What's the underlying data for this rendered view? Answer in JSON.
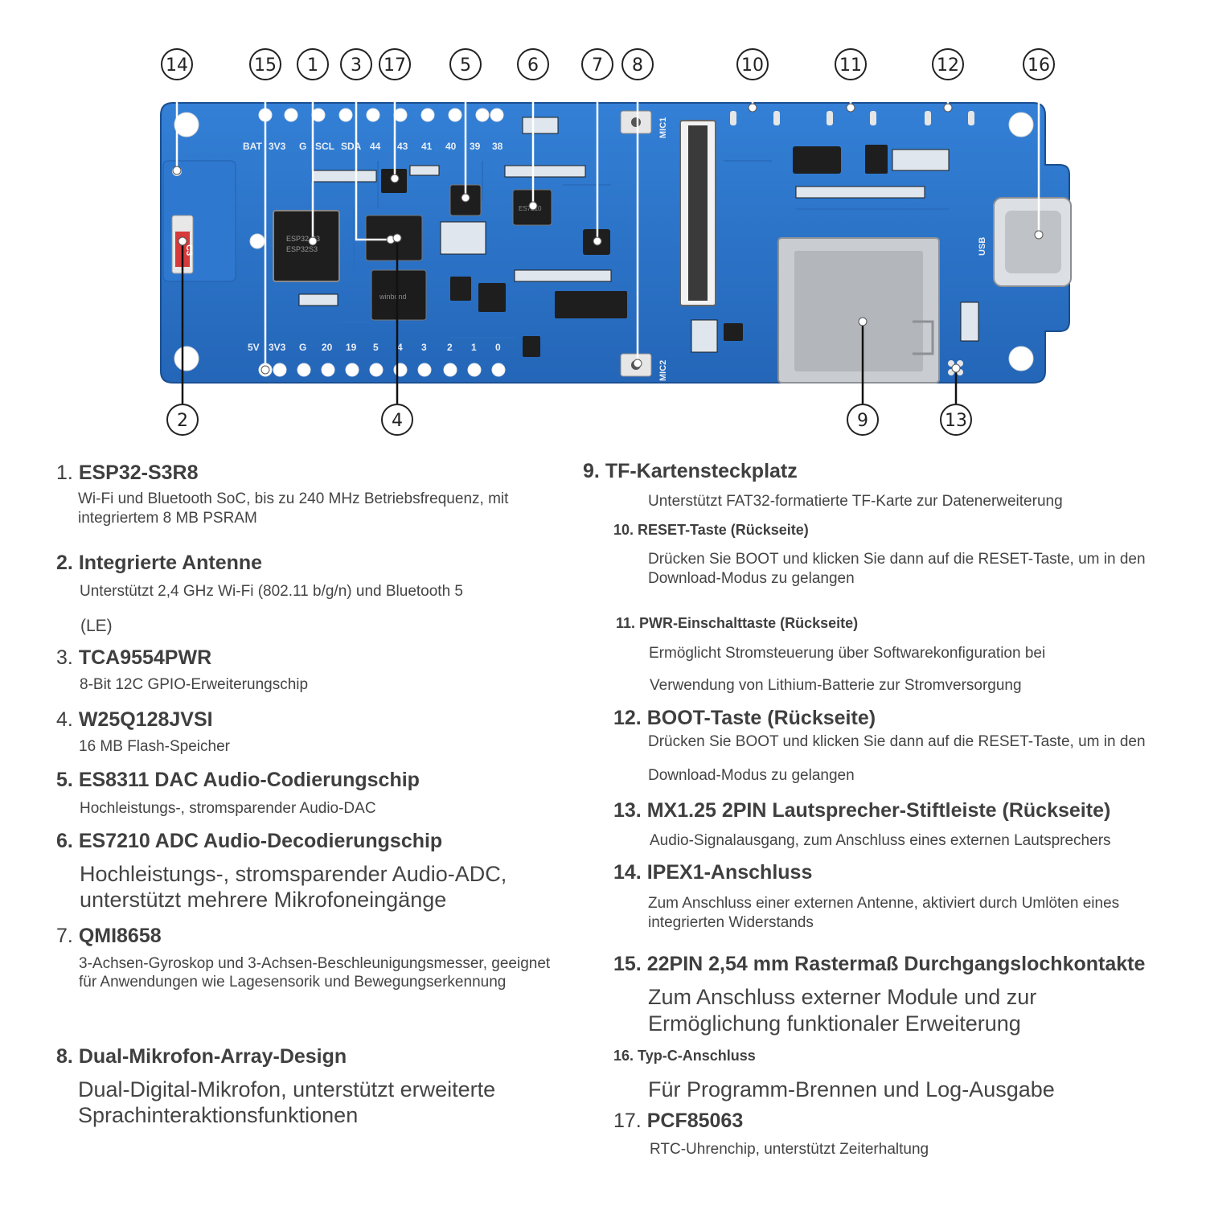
{
  "callouts": [
    "1",
    "2",
    "3",
    "4",
    "5",
    "6",
    "7",
    "8",
    "9",
    "10",
    "11",
    "12",
    "13",
    "14",
    "15",
    "16",
    "17"
  ],
  "silkscreen": {
    "top_pins": [
      "BAT",
      "3V3",
      "G",
      "SCL",
      "SDA",
      "44",
      "43",
      "41",
      "40",
      "39",
      "38"
    ],
    "bottom_pins": [
      "5V",
      "3V3",
      "G",
      "20",
      "19",
      "5",
      "4",
      "3",
      "2",
      "1",
      "0"
    ],
    "mic1": "MIC1",
    "mic2": "MIC2",
    "usb": "USB",
    "c3": "C3"
  },
  "chips": {
    "esp_line1": "ESP32-S3",
    "esp_line2": "ESP32S3",
    "flash": "winbond",
    "adc": "ES7210"
  },
  "items": [
    {
      "num": "1.",
      "title": "ESP32-S3R8",
      "desc": "Wi-Fi und Bluetooth SoC, bis zu 240 MHz Betriebsfrequenz, mit integriertem 8 MB PSRAM"
    },
    {
      "num": "2.",
      "title": "Integrierte Antenne",
      "desc": "Unterstützt 2,4 GHz Wi-Fi (802.11 b/g/n) und Bluetooth 5",
      "desc2": "(LE)"
    },
    {
      "num": "3.",
      "title": "TCA9554PWR",
      "desc": "8-Bit 12C GPIO-Erweiterungschip"
    },
    {
      "num": "4.",
      "title": "W25Q128JVSI",
      "desc": "16 MB Flash-Speicher"
    },
    {
      "num": "5.",
      "title": "ES8311 DAC Audio-Codierungschip",
      "desc": "Hochleistungs-, stromsparender Audio-DAC"
    },
    {
      "num": "6.",
      "title": "ES7210 ADC Audio-Decodierungschip",
      "desc": "Hochleistungs-, stromsparender Audio-ADC, unterstützt mehrere Mikrofoneingänge"
    },
    {
      "num": "7.",
      "title": "QMI8658",
      "desc": "3-Achsen-Gyroskop und 3-Achsen-Beschleunigungsmesser, geeignet für Anwendungen wie Lagesensorik und Bewegungserkennung"
    },
    {
      "num": "8.",
      "title": "Dual-Mikrofon-Array-Design",
      "desc": "Dual-Digital-Mikrofon, unterstützt erweiterte Sprachinteraktionsfunktionen"
    },
    {
      "num": "9.",
      "title": "TF-Kartensteckplatz",
      "desc": "Unterstützt FAT32-formatierte TF-Karte zur Datenerweiterung"
    },
    {
      "num": "10.",
      "title": "RESET-Taste (Rückseite)",
      "desc": "Drücken Sie BOOT und klicken Sie dann auf die RESET-Taste, um in den Download-Modus zu gelangen"
    },
    {
      "num": "11.",
      "title": "PWR-Einschalttaste (Rückseite)",
      "desc": "Ermöglicht Stromsteuerung über Softwarekonfiguration bei",
      "desc2": "Verwendung von Lithium-Batterie zur Stromversorgung"
    },
    {
      "num": "12.",
      "title": "BOOT-Taste (Rückseite)",
      "desc": "Drücken Sie BOOT und klicken Sie dann auf die RESET-Taste, um in den",
      "desc2": "Download-Modus zu gelangen"
    },
    {
      "num": "13.",
      "title": "MX1.25 2PIN Lautsprecher-Stiftleiste (Rückseite)",
      "desc": "Audio-Signalausgang, zum Anschluss eines externen Lautsprechers"
    },
    {
      "num": "14.",
      "title": "IPEX1-Anschluss",
      "desc": "Zum Anschluss einer externen Antenne, aktiviert durch Umlöten eines integrierten Widerstands"
    },
    {
      "num": "15.",
      "title": "22PIN 2,54 mm Rastermaß Durchgangslochkontakte",
      "desc": "Zum Anschluss externer Module und zur Ermöglichung funktionaler Erweiterung"
    },
    {
      "num": "16.",
      "title": "Typ-C-Anschluss",
      "desc": "Für Programm-Brennen und Log-Ausgabe"
    },
    {
      "num": "17.",
      "title": "PCF85063",
      "desc": "RTC-Uhrenchip, unterstützt Zeiterhaltung"
    }
  ],
  "colors": {
    "pcb": "#2b73c8",
    "pcb_dark": "#1f5ea8",
    "text": "#3f3f3f",
    "leader": "#ffffff"
  }
}
